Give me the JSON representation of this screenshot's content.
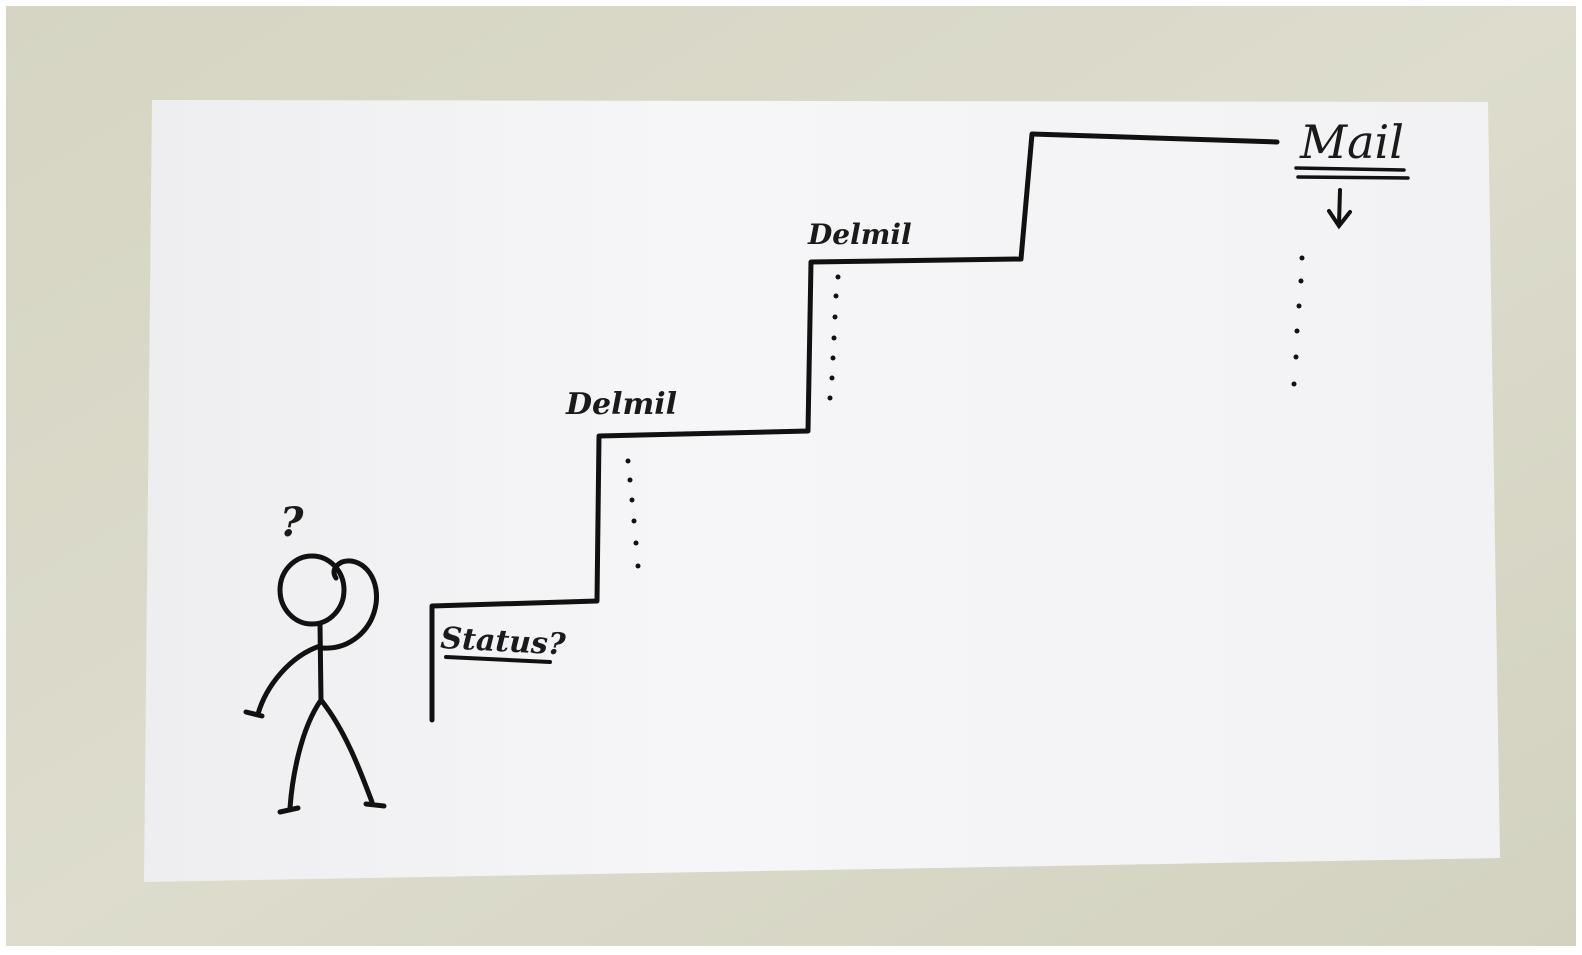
{
  "sketch": {
    "start_label": "Status?",
    "step_label_1": "Delmil",
    "step_label_2": "Delmil",
    "goal_label": "Mail",
    "question_mark": "?"
  },
  "colors": {
    "wall": "#d9d8c8",
    "paper": "#f4f4f6",
    "ink": "#111111"
  },
  "icons": {
    "figure": "confused-stick-figure-icon",
    "arrow": "down-arrow-icon"
  }
}
